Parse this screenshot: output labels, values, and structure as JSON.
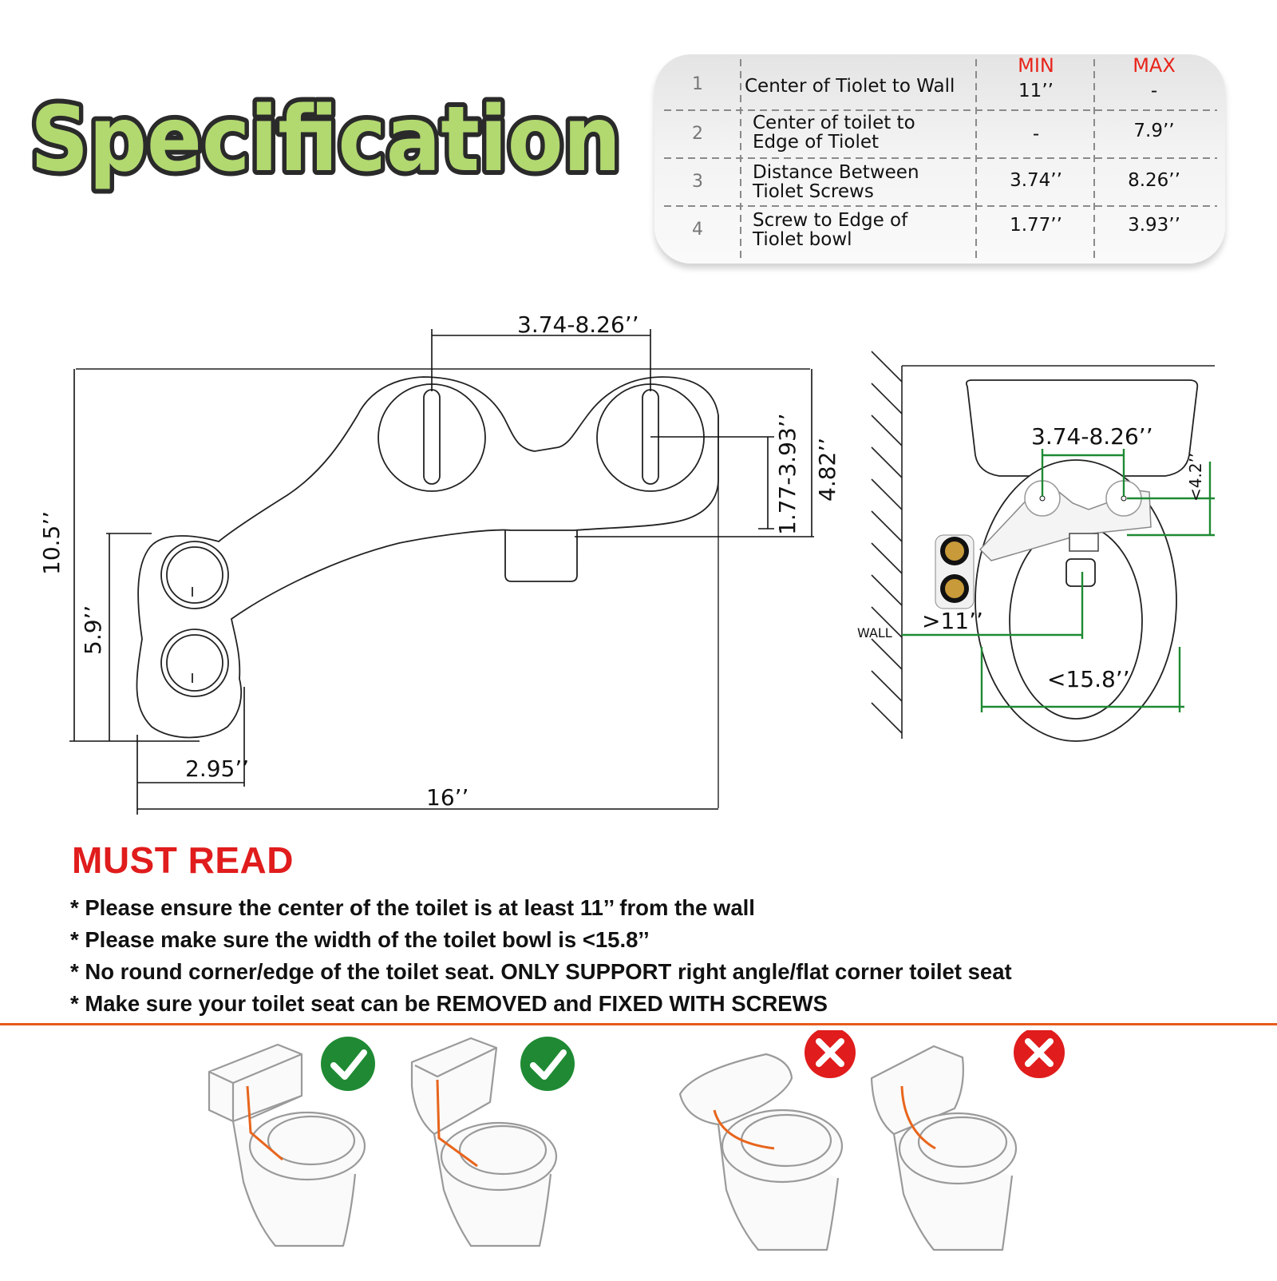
{
  "title": "Specification",
  "colors": {
    "title_fill": "#b2d870",
    "title_stroke": "#2a2a2a",
    "accent_red": "#e01c1c",
    "accent_green": "#1f8a33",
    "rule_orange": "#e85b1c"
  },
  "table": {
    "headers": {
      "min": "MIN",
      "max": "MAX"
    },
    "rows": [
      {
        "num": "1",
        "label1": "Center of Tiolet to Wall",
        "label2": "",
        "min": "11’’",
        "max": "-"
      },
      {
        "num": "2",
        "label1": "Center of toilet to",
        "label2": "Edge of Tiolet",
        "min": "-",
        "max": "7.9’’"
      },
      {
        "num": "3",
        "label1": "Distance Between",
        "label2": "Tiolet Screws",
        "min": "3.74’’",
        "max": "8.26’’"
      },
      {
        "num": "4",
        "label1": "Screw to Edge of",
        "label2": " Tiolet bowl",
        "min": "1.77’’",
        "max": "3.93’’"
      }
    ]
  },
  "drawing": {
    "dim_screw_span": "3.74-8.26’’",
    "dim_height": "10.5’’",
    "dim_knob_height": "5.9’’",
    "dim_screw_edge": "1.77-3.93’’",
    "dim_plate_height": "4.82’’",
    "dim_knob_width": "2.95’’",
    "dim_total_width": "16’’"
  },
  "install": {
    "dim_screw_span": "3.74-8.26’’",
    "dim_offset": "<4.2’’",
    "dim_wall": ">11’’",
    "wall_label": "WALL",
    "dim_bowl_width": "<15.8’’"
  },
  "must_read": {
    "heading": "MUST READ",
    "notes": [
      "* Please ensure the center of the toilet is at least 11’’ from the wall",
      "* Please make sure the width of the toilet bowl is <15.8’’",
      "* No round corner/edge of the toilet seat. ONLY SUPPORT right angle/flat corner toilet seat",
      "* Make sure your toilet seat can be REMOVED and FIXED WITH SCREWS"
    ]
  },
  "compatibility": [
    {
      "name": "square-tank-toilet",
      "status": "check-icon"
    },
    {
      "name": "one-piece-flat-toilet",
      "status": "check-icon"
    },
    {
      "name": "rounded-low-toilet",
      "status": "cross-icon"
    },
    {
      "name": "curved-tank-toilet",
      "status": "cross-icon"
    }
  ]
}
